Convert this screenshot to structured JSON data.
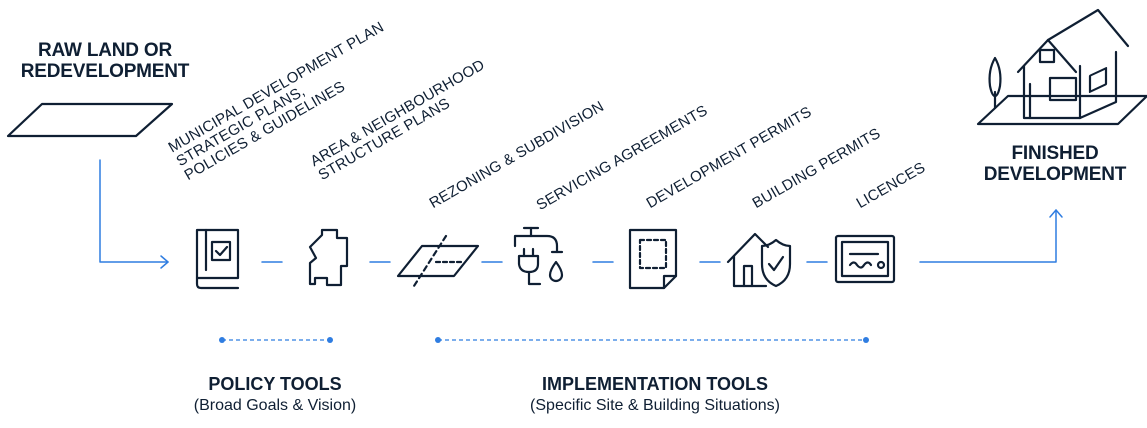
{
  "raw_land": {
    "line1": "RAW LAND OR",
    "line2": "REDEVELOPMENT"
  },
  "finished": {
    "line1": "FINISHED",
    "line2": "DEVELOPMENT"
  },
  "steps": [
    {
      "lines": [
        "MUNICIPAL DEVELOPMENT PLAN",
        "STRATEGIC PLANS,",
        "POLICIES & GUIDELINES"
      ],
      "icon": "book-check-icon"
    },
    {
      "lines": [
        "AREA & NEIGHBOURHOOD",
        "STRUCTURE PLANS"
      ],
      "icon": "map-outline-icon"
    },
    {
      "lines": [
        "REZONING & SUBDIVISION"
      ],
      "icon": "parcel-split-icon"
    },
    {
      "lines": [
        "SERVICING AGREEMENTS"
      ],
      "icon": "faucet-plug-icon"
    },
    {
      "lines": [
        "DEVELOPMENT PERMITS"
      ],
      "icon": "site-plan-icon"
    },
    {
      "lines": [
        "BUILDING PERMITS"
      ],
      "icon": "house-shield-icon"
    },
    {
      "lines": [
        "LICENCES"
      ],
      "icon": "certificate-icon"
    }
  ],
  "policy_tools": {
    "title": "POLICY TOOLS",
    "subtitle": "(Broad Goals & Vision)"
  },
  "implementation_tools": {
    "title": "IMPLEMENTATION TOOLS",
    "subtitle": "(Specific Site & Building Situations)"
  },
  "colors": {
    "navy": "#0f1f33",
    "accent": "#2f7de1"
  }
}
